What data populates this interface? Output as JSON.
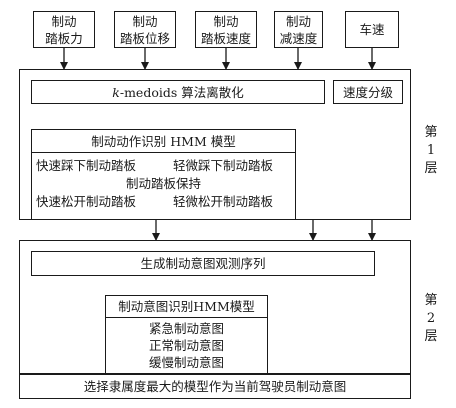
{
  "inputs": [
    {
      "line1": "制动",
      "line2": "踏板力"
    },
    {
      "line1": "制动",
      "line2": "踏板位移"
    },
    {
      "line1": "制动",
      "line2": "踏板速度"
    },
    {
      "line1": "制动",
      "line2": "减速度"
    },
    {
      "line1": "车速",
      "line2": ""
    }
  ],
  "layer1": {
    "kmedoids": {
      "italic": "k",
      "rest": "-medoids 算法离散化"
    },
    "speed_grading": "速度分级",
    "action_hmm": {
      "title": "制动动作识别 HMM 模型",
      "row1_left": "快速踩下制动踏板",
      "row1_right": "轻微踩下制动踏板",
      "row2": "制动踏板保持",
      "row3_left": "快速松开制动踏板",
      "row3_right": "轻微松开制动踏板"
    },
    "label": [
      "第",
      "1",
      "层"
    ]
  },
  "layer2": {
    "sequence": "生成制动意图观测序列",
    "intent_hmm": {
      "title": "制动意图识别HMM模型",
      "items": [
        "紧急制动意图",
        "正常制动意图",
        "缓慢制动意图"
      ]
    },
    "label": [
      "第",
      "2",
      "层"
    ]
  },
  "output": "选择隶属度最大的模型作为当前驾驶员制动意图"
}
